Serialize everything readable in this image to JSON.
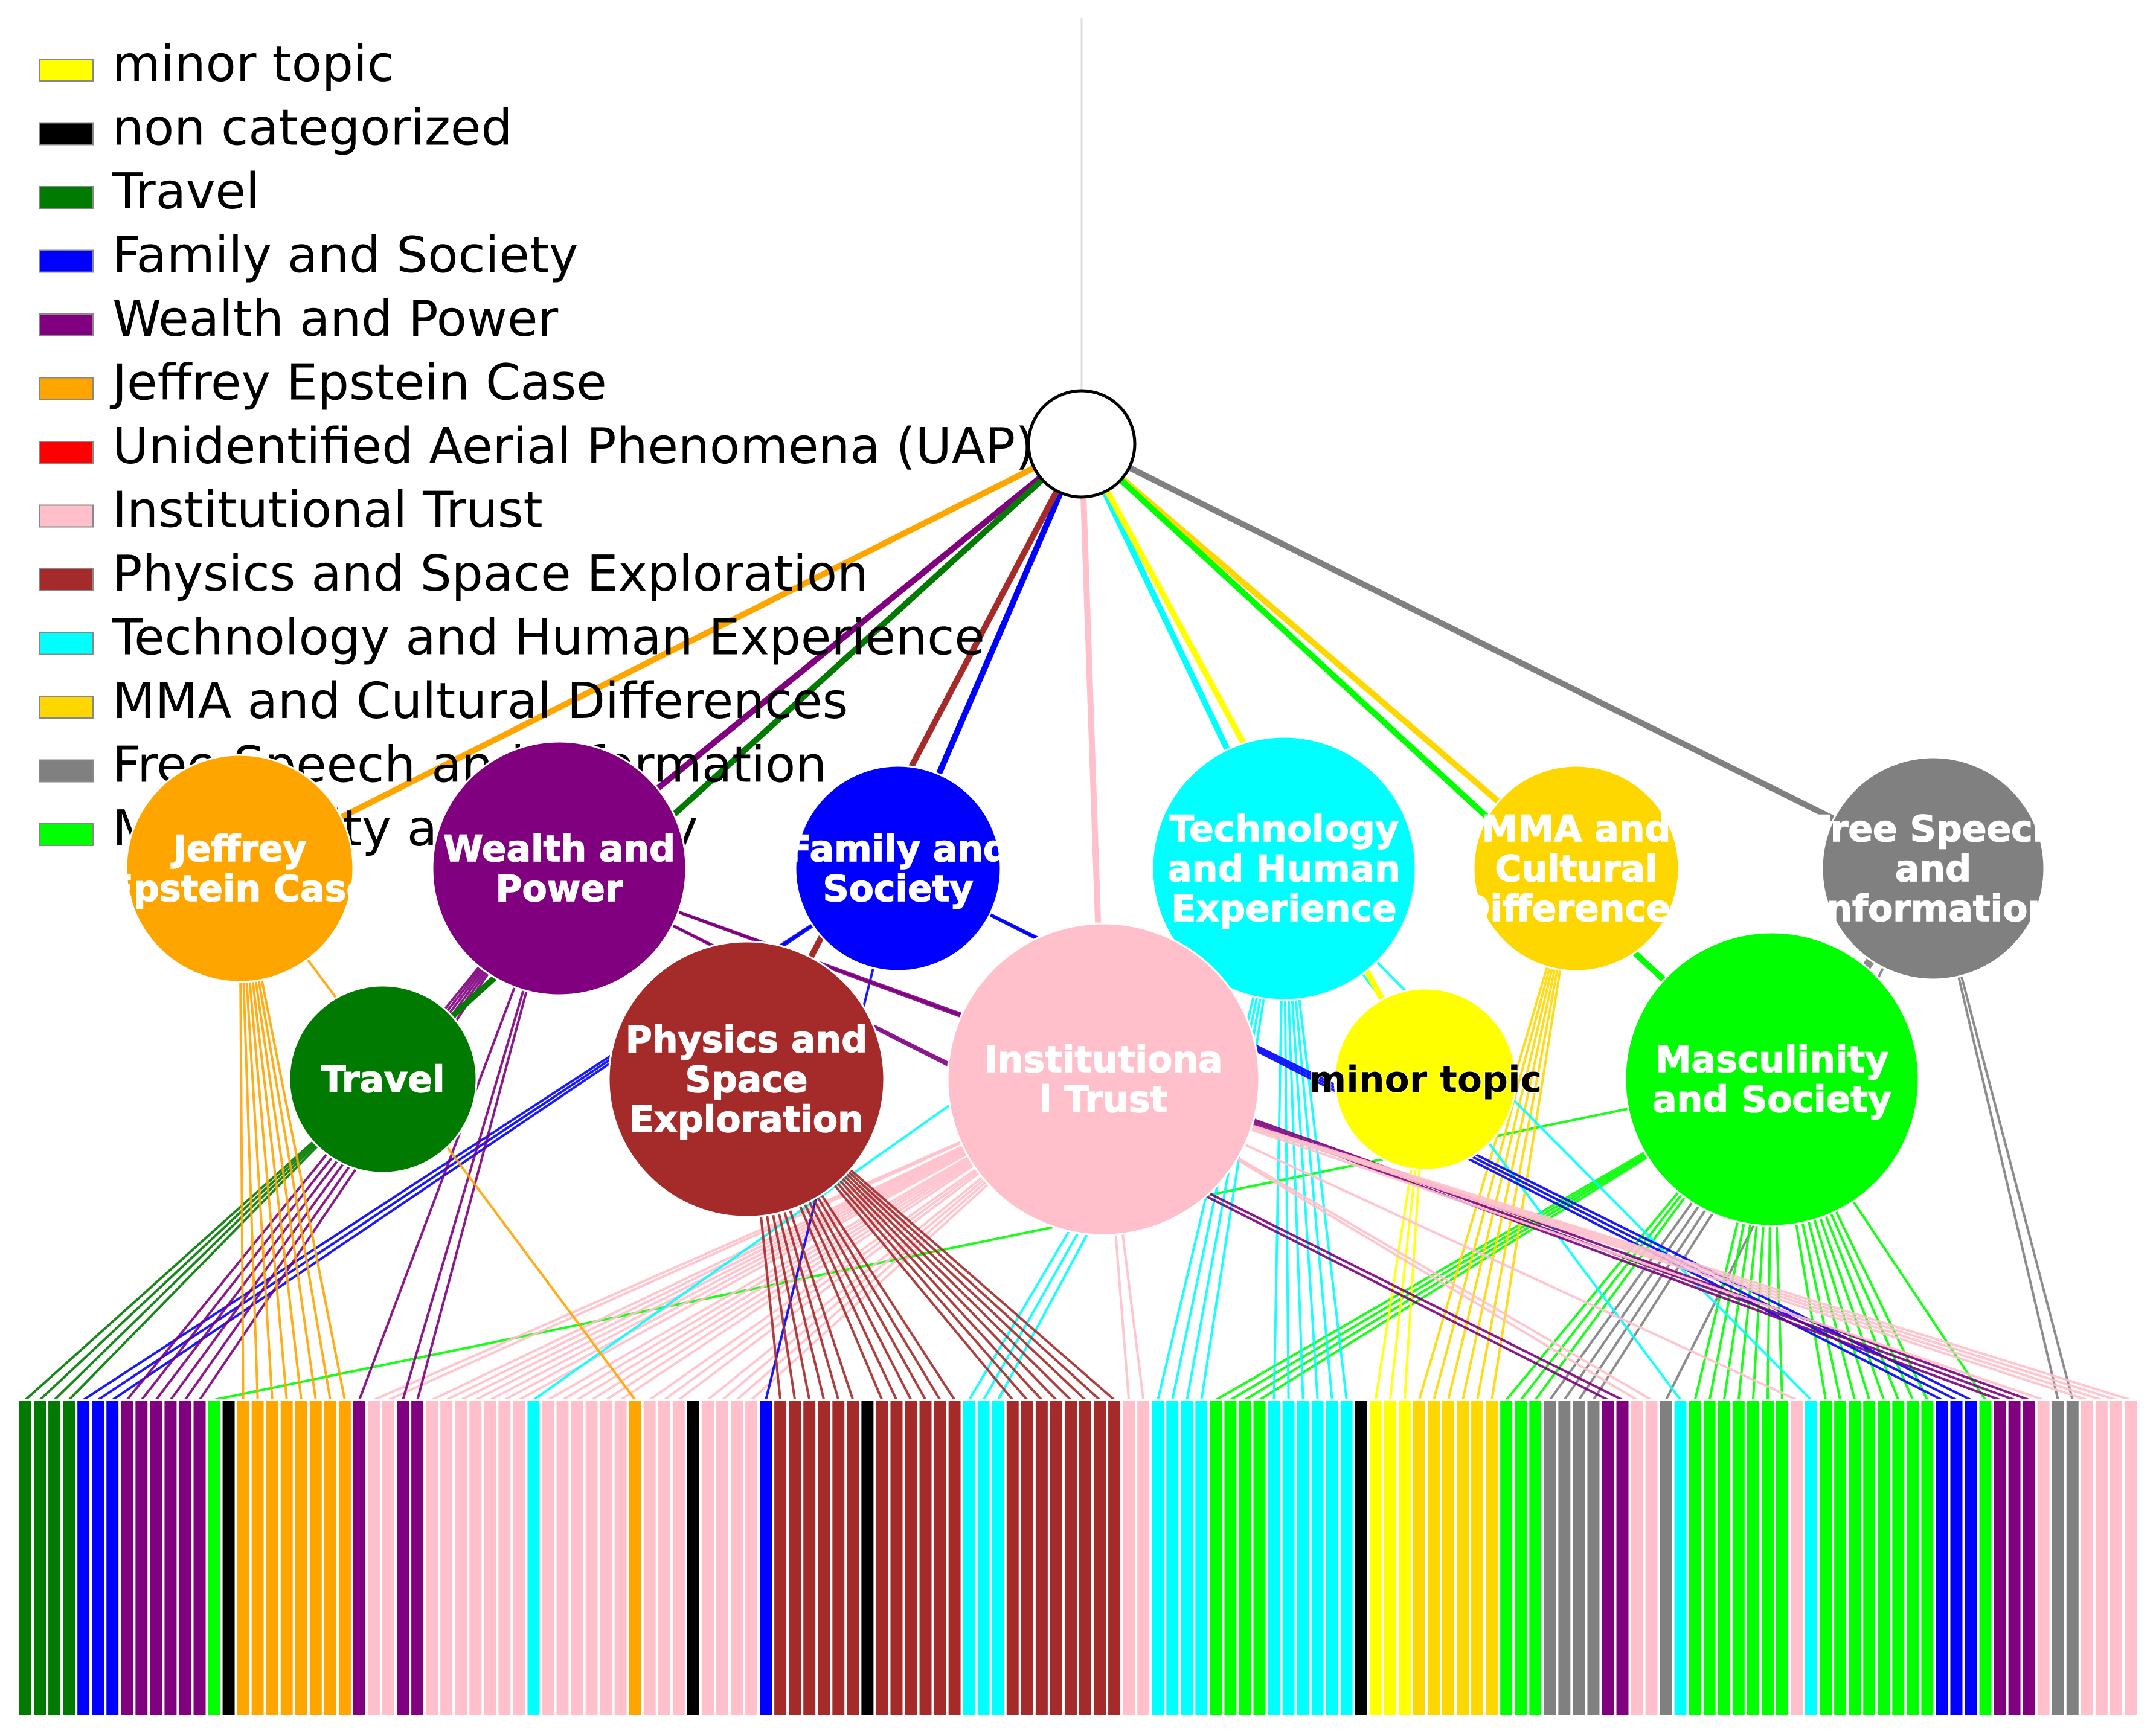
{
  "colors": {
    "minor topic": "#ffff00",
    "non categorized": "#000000",
    "Travel": "#007a00",
    "Family and Society": "#0000ff",
    "Wealth and Power": "#800080",
    "Jeffrey Epstein Case": "#ffa500",
    "Unidentified Aerial Phenomena (UAP)": "#ff0000",
    "Institutional Trust": "#ffc0cb",
    "Physics and Space Exploration": "#a52a2a",
    "Technology and Human Experience": "#00ffff",
    "MMA and Cultural Differences": "#ffd700",
    "Free Speech and Information": "#808080",
    "Masculinity and Society": "#00ff00"
  },
  "legend": [
    {
      "label": "minor topic",
      "topic": "minor topic"
    },
    {
      "label": "non categorized",
      "topic": "non categorized"
    },
    {
      "label": "Travel",
      "topic": "Travel"
    },
    {
      "label": "Family and Society",
      "topic": "Family and Society"
    },
    {
      "label": "Wealth and Power",
      "topic": "Wealth and Power"
    },
    {
      "label": "Jeffrey Epstein Case",
      "topic": "Jeffrey Epstein Case"
    },
    {
      "label": "Unidentified Aerial Phenomena (UAP)",
      "topic": "Unidentified Aerial Phenomena (UAP)"
    },
    {
      "label": "Institutional Trust",
      "topic": "Institutional Trust"
    },
    {
      "label": "Physics and Space Exploration",
      "topic": "Physics and Space Exploration"
    },
    {
      "label": "Technology and Human Experience",
      "topic": "Technology and Human Experience"
    },
    {
      "label": "MMA and Cultural Differences",
      "topic": "MMA and Cultural Differences"
    },
    {
      "label": "Free Speech and Information",
      "topic": "Free Speech and Information"
    },
    {
      "label": "Masculinity and Society",
      "topic": "Masculinity and Society"
    }
  ],
  "root": {
    "label": ""
  },
  "topics": [
    {
      "id": "epstein",
      "lines": [
        "Jeffrey",
        "Epstein Case"
      ],
      "topic": "Jeffrey Epstein Case",
      "text_color": "#ffffff"
    },
    {
      "id": "wealth",
      "lines": [
        "Wealth and",
        "Power"
      ],
      "topic": "Wealth and Power",
      "text_color": "#ffffff"
    },
    {
      "id": "family",
      "lines": [
        "Family and",
        "Society"
      ],
      "topic": "Family and Society",
      "text_color": "#ffffff"
    },
    {
      "id": "technology",
      "lines": [
        "Technology",
        "and Human",
        "Experience"
      ],
      "topic": "Technology and Human Experience",
      "text_color": "#ffffff"
    },
    {
      "id": "mma",
      "lines": [
        "MMA and",
        "Cultural",
        "Differences"
      ],
      "topic": "MMA and Cultural Differences",
      "text_color": "#ffffff"
    },
    {
      "id": "freespeech",
      "lines": [
        "Free Speech",
        "and",
        "Information"
      ],
      "topic": "Free Speech and Information",
      "text_color": "#ffffff"
    },
    {
      "id": "travel",
      "lines": [
        "Travel"
      ],
      "topic": "Travel",
      "text_color": "#ffffff"
    },
    {
      "id": "physics",
      "lines": [
        "Physics and",
        "Space",
        "Exploration"
      ],
      "topic": "Physics and Space Exploration",
      "text_color": "#ffffff"
    },
    {
      "id": "institutional",
      "lines": [
        "Institutiona",
        "l Trust"
      ],
      "topic": "Institutional Trust",
      "text_color": "#ffffff"
    },
    {
      "id": "minor",
      "lines": [
        "minor topic"
      ],
      "topic": "minor topic",
      "text_color": "#000000"
    },
    {
      "id": "masculinity",
      "lines": [
        "Masculinity",
        "and Society"
      ],
      "topic": "Masculinity and Society",
      "text_color": "#ffffff"
    }
  ],
  "leaf_runs": [
    [
      "Travel",
      4
    ],
    [
      "Family and Society",
      3
    ],
    [
      "Wealth and Power",
      6
    ],
    [
      "Masculinity and Society",
      1
    ],
    [
      "non categorized",
      1
    ],
    [
      "Jeffrey Epstein Case",
      8
    ],
    [
      "Wealth and Power",
      1
    ],
    [
      "Institutional Trust",
      2
    ],
    [
      "Wealth and Power",
      2
    ],
    [
      "Institutional Trust",
      7
    ],
    [
      "Technology and Human Experience",
      1
    ],
    [
      "Institutional Trust",
      6
    ],
    [
      "Jeffrey Epstein Case",
      1
    ],
    [
      "Institutional Trust",
      3
    ],
    [
      "non categorized",
      1
    ],
    [
      "Institutional Trust",
      4
    ],
    [
      "Family and Society",
      1
    ],
    [
      "Physics and Space Exploration",
      6
    ],
    [
      "non categorized",
      1
    ],
    [
      "Physics and Space Exploration",
      6
    ],
    [
      "Technology and Human Experience",
      3
    ],
    [
      "Physics and Space Exploration",
      8
    ],
    [
      "Institutional Trust",
      2
    ],
    [
      "Technology and Human Experience",
      4
    ],
    [
      "Masculinity and Society",
      4
    ],
    [
      "Technology and Human Experience",
      6
    ],
    [
      "non categorized",
      1
    ],
    [
      "minor topic",
      3
    ],
    [
      "MMA and Cultural Differences",
      6
    ],
    [
      "Masculinity and Society",
      3
    ],
    [
      "Free Speech and Information",
      4
    ],
    [
      "Wealth and Power",
      2
    ],
    [
      "Institutional Trust",
      2
    ],
    [
      "Free Speech and Information",
      1
    ],
    [
      "Technology and Human Experience",
      1
    ],
    [
      "Masculinity and Society",
      7
    ],
    [
      "Institutional Trust",
      1
    ],
    [
      "Technology and Human Experience",
      1
    ],
    [
      "Masculinity and Society",
      8
    ],
    [
      "Family and Society",
      3
    ],
    [
      "Masculinity and Society",
      1
    ],
    [
      "Wealth and Power",
      3
    ],
    [
      "Institutional Trust",
      1
    ],
    [
      "Free Speech and Information",
      2
    ],
    [
      "Institutional Trust",
      4
    ]
  ]
}
